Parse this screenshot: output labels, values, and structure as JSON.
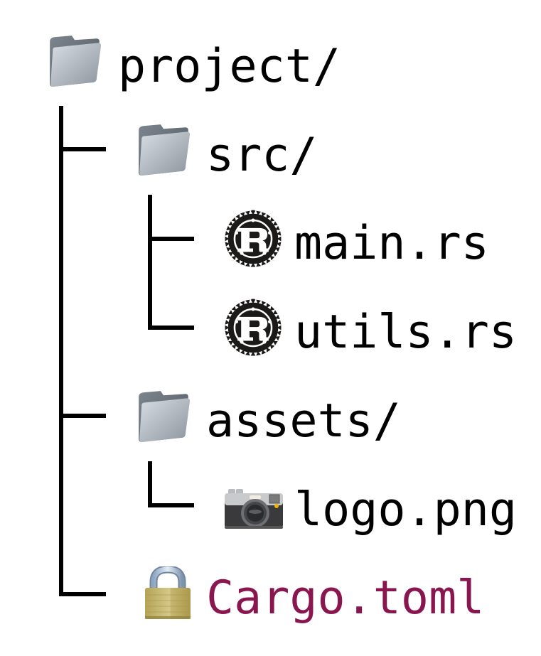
{
  "tree": {
    "root": {
      "name": "project/",
      "icon": "folder-icon"
    },
    "items": [
      {
        "name": "src/",
        "icon": "folder-icon",
        "depth": 1
      },
      {
        "name": "main.rs",
        "icon": "rust-icon",
        "depth": 2
      },
      {
        "name": "utils.rs",
        "icon": "rust-icon",
        "depth": 2
      },
      {
        "name": "assets/",
        "icon": "folder-icon",
        "depth": 1
      },
      {
        "name": "logo.png",
        "icon": "camera-icon",
        "depth": 2
      },
      {
        "name": "Cargo.toml",
        "icon": "lock-icon",
        "depth": 1,
        "color": "#8a1650"
      }
    ]
  },
  "colors": {
    "lines": "#000000",
    "text": "#000000",
    "highlight_text": "#8a1650"
  }
}
